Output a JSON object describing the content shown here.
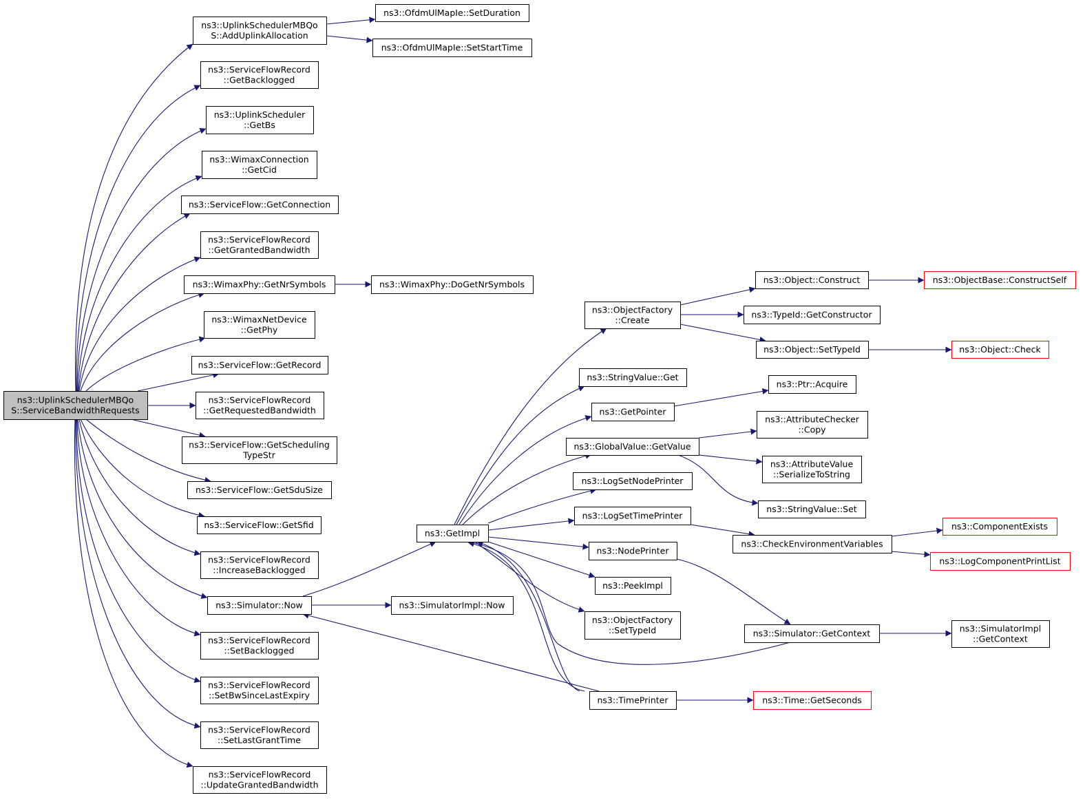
{
  "diagram": {
    "nodes": [
      {
        "id": "root",
        "lines": [
          "ns3::UplinkSchedulerMBQo",
          "S::ServiceBandwidthRequests"
        ],
        "style": "root"
      },
      {
        "id": "addUplink",
        "lines": [
          "ns3::UplinkSchedulerMBQo",
          "S::AddUplinkAllocation"
        ]
      },
      {
        "id": "setDuration",
        "lines": [
          "ns3::OfdmUlMapIe::SetDuration"
        ]
      },
      {
        "id": "setStartTime",
        "lines": [
          "ns3::OfdmUlMapIe::SetStartTime"
        ]
      },
      {
        "id": "getBacklogged",
        "lines": [
          "ns3::ServiceFlowRecord",
          "::GetBacklogged"
        ]
      },
      {
        "id": "getBs",
        "lines": [
          "ns3::UplinkScheduler",
          "::GetBs"
        ]
      },
      {
        "id": "getCid",
        "lines": [
          "ns3::WimaxConnection",
          "::GetCid"
        ]
      },
      {
        "id": "getConnection",
        "lines": [
          "ns3::ServiceFlow::GetConnection"
        ]
      },
      {
        "id": "getGranted",
        "lines": [
          "ns3::ServiceFlowRecord",
          "::GetGrantedBandwidth"
        ]
      },
      {
        "id": "getNrSymbols",
        "lines": [
          "ns3::WimaxPhy::GetNrSymbols"
        ]
      },
      {
        "id": "doGetNrSymbols",
        "lines": [
          "ns3::WimaxPhy::DoGetNrSymbols"
        ]
      },
      {
        "id": "getPhy",
        "lines": [
          "ns3::WimaxNetDevice",
          "::GetPhy"
        ]
      },
      {
        "id": "getRecord",
        "lines": [
          "ns3::ServiceFlow::GetRecord"
        ]
      },
      {
        "id": "getRequested",
        "lines": [
          "ns3::ServiceFlowRecord",
          "::GetRequestedBandwidth"
        ]
      },
      {
        "id": "getSchedType",
        "lines": [
          "ns3::ServiceFlow::GetScheduling",
          "TypeStr"
        ]
      },
      {
        "id": "getSduSize",
        "lines": [
          "ns3::ServiceFlow::GetSduSize"
        ]
      },
      {
        "id": "getSfid",
        "lines": [
          "ns3::ServiceFlow::GetSfid"
        ]
      },
      {
        "id": "incBacklogged",
        "lines": [
          "ns3::ServiceFlowRecord",
          "::IncreaseBacklogged"
        ]
      },
      {
        "id": "simNow",
        "lines": [
          "ns3::Simulator::Now"
        ]
      },
      {
        "id": "simImplNow",
        "lines": [
          "ns3::SimulatorImpl::Now"
        ]
      },
      {
        "id": "setBacklogged",
        "lines": [
          "ns3::ServiceFlowRecord",
          "::SetBacklogged"
        ]
      },
      {
        "id": "setBwSince",
        "lines": [
          "ns3::ServiceFlowRecord",
          "::SetBwSinceLastExpiry"
        ]
      },
      {
        "id": "setLastGrant",
        "lines": [
          "ns3::ServiceFlowRecord",
          "::SetLastGrantTime"
        ]
      },
      {
        "id": "updateGranted",
        "lines": [
          "ns3::ServiceFlowRecord",
          "::UpdateGrantedBandwidth"
        ]
      },
      {
        "id": "getImpl",
        "lines": [
          "ns3::GetImpl"
        ]
      },
      {
        "id": "ofCreate",
        "lines": [
          "ns3::ObjectFactory",
          "::Create"
        ]
      },
      {
        "id": "strGet",
        "lines": [
          "ns3::StringValue::Get"
        ]
      },
      {
        "id": "getPointer",
        "lines": [
          "ns3::GetPointer"
        ]
      },
      {
        "id": "gvGetValue",
        "lines": [
          "ns3::GlobalValue::GetValue"
        ]
      },
      {
        "id": "logNode",
        "lines": [
          "ns3::LogSetNodePrinter"
        ]
      },
      {
        "id": "logTime",
        "lines": [
          "ns3::LogSetTimePrinter"
        ]
      },
      {
        "id": "nodePrinter",
        "lines": [
          "ns3::NodePrinter"
        ]
      },
      {
        "id": "peekImpl",
        "lines": [
          "ns3::PeekImpl"
        ]
      },
      {
        "id": "ofSetTypeId",
        "lines": [
          "ns3::ObjectFactory",
          "::SetTypeId"
        ]
      },
      {
        "id": "timePrinter",
        "lines": [
          "ns3::TimePrinter"
        ]
      },
      {
        "id": "objConstruct",
        "lines": [
          "ns3::Object::Construct"
        ]
      },
      {
        "id": "typeIdCtor",
        "lines": [
          "ns3::TypeId::GetConstructor"
        ]
      },
      {
        "id": "objSetTypeId",
        "lines": [
          "ns3::Object::SetTypeId"
        ]
      },
      {
        "id": "ptrAcquire",
        "lines": [
          "ns3::Ptr::Acquire"
        ]
      },
      {
        "id": "attrCopy",
        "lines": [
          "ns3::AttributeChecker",
          "::Copy"
        ]
      },
      {
        "id": "attrSer",
        "lines": [
          "ns3::AttributeValue",
          "::SerializeToString"
        ]
      },
      {
        "id": "strSet",
        "lines": [
          "ns3::StringValue::Set"
        ]
      },
      {
        "id": "checkEnv",
        "lines": [
          "ns3::CheckEnvironmentVariables"
        ]
      },
      {
        "id": "simGetCtx",
        "lines": [
          "ns3::Simulator::GetContext"
        ]
      },
      {
        "id": "timeGetSec",
        "lines": [
          "ns3::Time::GetSeconds"
        ],
        "style": "red"
      },
      {
        "id": "constructSelf",
        "lines": [
          "ns3::ObjectBase::ConstructSelf"
        ],
        "style": "red"
      },
      {
        "id": "objCheck",
        "lines": [
          "ns3::Object::Check"
        ],
        "style": "red"
      },
      {
        "id": "compExists",
        "lines": [
          "ns3::ComponentExists"
        ],
        "style": "red"
      },
      {
        "id": "logCompPrint",
        "lines": [
          "ns3::LogComponentPrintList"
        ],
        "style": "red"
      },
      {
        "id": "simImplGetCtx",
        "lines": [
          "ns3::SimulatorImpl",
          "::GetContext"
        ]
      }
    ],
    "colors": {
      "edge": "#191970",
      "root_fill": "#bfbfbf",
      "unresolved_border": "#ff0000",
      "box_border": "#000000"
    }
  }
}
